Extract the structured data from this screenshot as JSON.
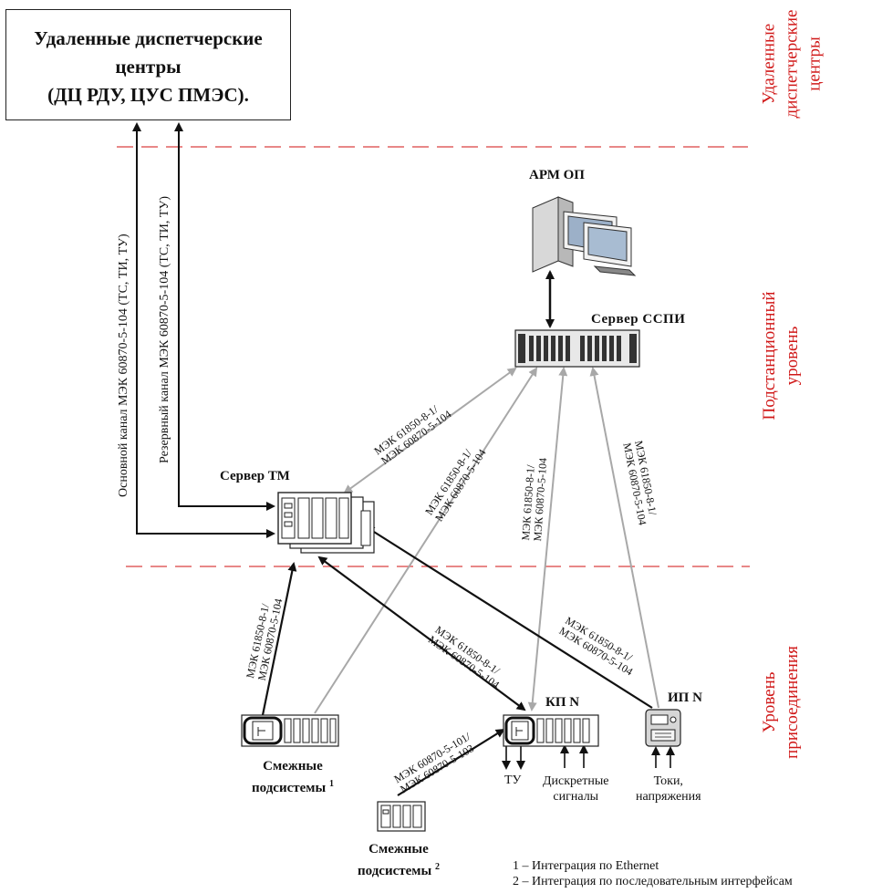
{
  "title_box": {
    "line1": "Удаленные диспетчерские",
    "line2": "центры",
    "line3": "(ДЦ РДУ, ЦУС ПМЭС)."
  },
  "levels": {
    "remote": [
      "Удаленные",
      "диспетчерские",
      "центры"
    ],
    "substation": [
      "Подстанционный",
      "уровень"
    ],
    "bay": [
      "Уровень",
      "присоединения"
    ]
  },
  "nodes": {
    "arm": "АРМ ОП",
    "sspi_server": "Сервер ССПИ",
    "tm_server": "Сервер ТМ",
    "kp": "КП N",
    "ip": "ИП N",
    "adj1": [
      "Смежные",
      "подсистемы"
    ],
    "adj1_sup": "1",
    "adj2": [
      "Смежные",
      "подсистемы"
    ],
    "adj2_sup": "2"
  },
  "channels": {
    "main": "Основной канал МЭК 60870-5-104 (ТС, ТИ, ТУ)",
    "reserve": "Резервный канал МЭК 60870-5-104 (ТС, ТИ, ТУ)"
  },
  "protocols": {
    "iec_pair": [
      "МЭК 61850-8-1/",
      "МЭК 60870-5-104"
    ],
    "iec_serial": [
      "МЭК 60870-5-101/",
      "МЭК 60870-5-103"
    ]
  },
  "io": {
    "tu": "ТУ",
    "discrete": [
      "Дискретные",
      "сигналы"
    ],
    "currents": [
      "Токи,",
      "напряжения"
    ]
  },
  "legend": [
    "1 – Интеграция по Ethernet",
    "2 – Интеграция по последовательным интерфейсам"
  ],
  "colors": {
    "level_text": "#d01818",
    "dash": "#e06060",
    "gray_link": "#a8a8a8",
    "black_link": "#111111"
  }
}
